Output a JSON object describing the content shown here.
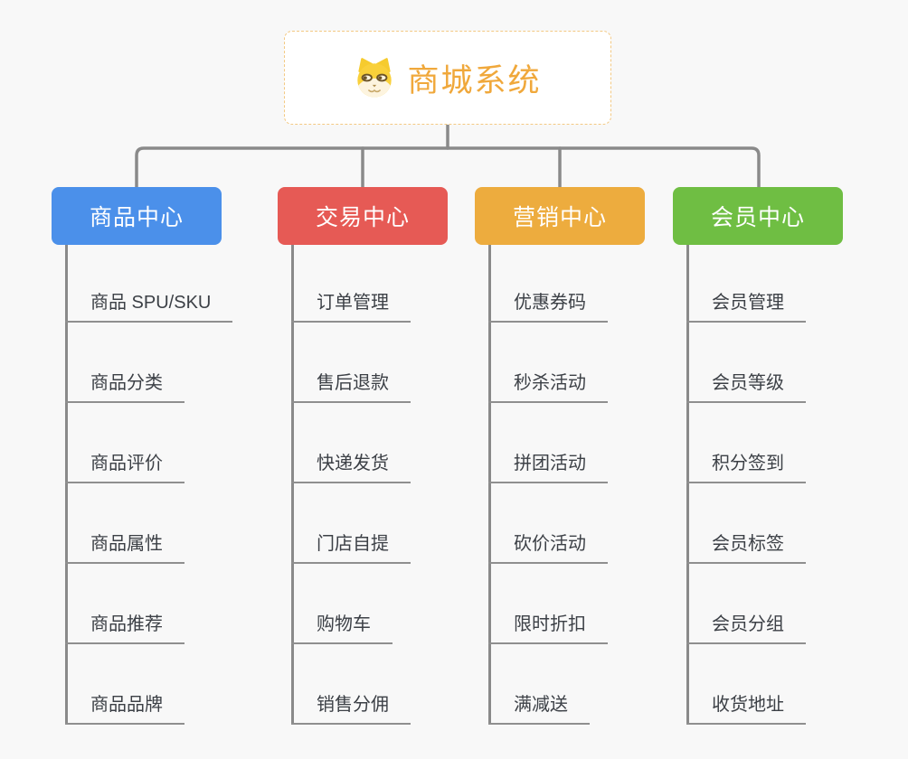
{
  "root": {
    "title": "商城系统",
    "icon": "doge-icon"
  },
  "branches": [
    {
      "label": "商品中心",
      "color": "#4B90EA",
      "items": [
        "商品 SPU/SKU",
        "商品分类",
        "商品评价",
        "商品属性",
        "商品推荐",
        "商品品牌"
      ]
    },
    {
      "label": "交易中心",
      "color": "#E65A55",
      "items": [
        "订单管理",
        "售后退款",
        "快递发货",
        "门店自提",
        "购物车",
        "销售分佣"
      ]
    },
    {
      "label": "营销中心",
      "color": "#EDAC3E",
      "items": [
        "优惠券码",
        "秒杀活动",
        "拼团活动",
        "砍价活动",
        "限时折扣",
        "满减送"
      ]
    },
    {
      "label": "会员中心",
      "color": "#6FBE43",
      "items": [
        "会员管理",
        "会员等级",
        "积分签到",
        "会员标签",
        "会员分组",
        "收货地址"
      ]
    }
  ],
  "colors": {
    "background": "#F8F8F8",
    "connector": "#8A8A8A",
    "root_text": "#F0A83B",
    "root_border": "#F3C983",
    "leaf_text": "#3C4046",
    "leaf_line": "#8F8F8F",
    "branch_text": "#FFFFFF"
  }
}
